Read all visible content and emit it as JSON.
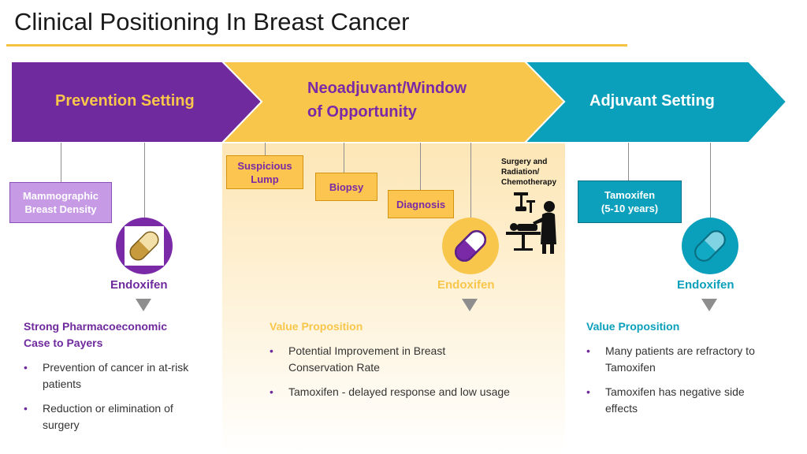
{
  "title": "Clinical Positioning In Breast Cancer",
  "colors": {
    "purple": "#6f2a9e",
    "yellow": "#f8c64a",
    "teal": "#0a9fba",
    "accent_rule": "#f5c242"
  },
  "phases": {
    "prevention": "Prevention Setting",
    "neoadjuvant_line1": "Neoadjuvant/Window",
    "neoadjuvant_line2": "of  Opportunity",
    "adjuvant": "Adjuvant Setting"
  },
  "steps": {
    "mammographic_line1": "Mammographic",
    "mammographic_line2": "Breast Density",
    "suspicious_line1": "Suspicious",
    "suspicious_line2": "Lump",
    "biopsy": "Biopsy",
    "diagnosis": "Diagnosis",
    "surgery_line1": "Surgery and",
    "surgery_line2": "Radiation/",
    "surgery_line3": "Chemotherapy",
    "tamoxifen_line1": "Tamoxifen",
    "tamoxifen_line2": "(5-10 years)"
  },
  "drug_label": "Endoxifen",
  "icons": {
    "pill": "pill-capsule-icon",
    "surgery": "surgery-operating-icon",
    "down_triangle": "down-triangle-icon"
  },
  "sections": {
    "prevention": {
      "heading_line1": "Strong Pharmacoeconomic",
      "heading_line2": "Case to Payers",
      "bullets": [
        "Prevention of cancer in at-risk patients",
        "Reduction or elimination of surgery"
      ]
    },
    "neoadjuvant": {
      "heading": "Value Proposition",
      "bullets": [
        "Potential Improvement in Breast Conservation Rate",
        "Tamoxifen - delayed response and low usage"
      ]
    },
    "adjuvant": {
      "heading": "Value Proposition",
      "bullets": [
        "Many patients are refractory to Tamoxifen",
        "Tamoxifen has negative side effects"
      ]
    }
  }
}
